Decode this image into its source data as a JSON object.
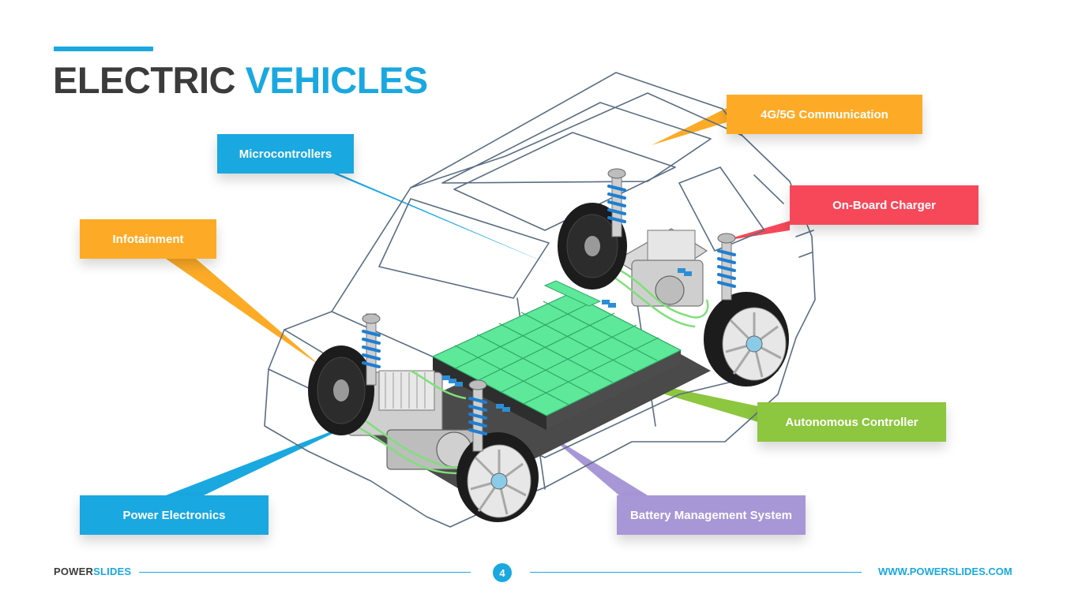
{
  "header": {
    "title_part1": "ELECTRIC ",
    "title_part2": "VEHICLES"
  },
  "colors": {
    "accent": "#1aa8e0",
    "orange": "#fdab27",
    "red": "#f64859",
    "green": "#8dc63f",
    "purple": "#a897d6",
    "dark": "#3b3b3b",
    "battery": "#5ee89a"
  },
  "callouts": {
    "communication": {
      "label": "4G/5G Communication",
      "color": "#fdab27"
    },
    "microcontrollers": {
      "label": "Microcontrollers",
      "color": "#1aa8e0"
    },
    "charger": {
      "label": "On-Board Charger",
      "color": "#f64859"
    },
    "infotainment": {
      "label": "Infotainment",
      "color": "#fdab27"
    },
    "autonomous": {
      "label": "Autonomous Controller",
      "color": "#8dc63f"
    },
    "power": {
      "label": "Power Electronics",
      "color": "#1aa8e0"
    },
    "bms": {
      "label": "Battery Management System",
      "color": "#a897d6"
    }
  },
  "footer": {
    "brand_part1": "POWER",
    "brand_part2": "SLIDES",
    "page_number": "4",
    "website": "WWW.POWERSLIDES.COM"
  }
}
